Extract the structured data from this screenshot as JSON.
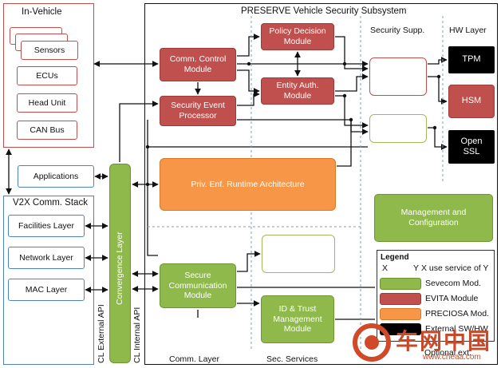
{
  "in_vehicle": {
    "title": "In-Vehicle",
    "items": [
      "Sensors",
      "ECUs",
      "Head Unit",
      "CAN Bus"
    ]
  },
  "applications": {
    "label": "Applications"
  },
  "v2x_stack": {
    "title": "V2X Comm. Stack",
    "items": [
      "Facilities Layer",
      "Network Layer",
      "MAC Layer"
    ]
  },
  "preserve": {
    "title": "PRESERVE Vehicle Security Subsystem",
    "column_labels": {
      "security_support": "Security Supp.",
      "hw_layer": "HW Layer",
      "comm_layer": "Comm. Layer",
      "sec_services": "Sec. Services",
      "optional": "Optional ext."
    },
    "modules": {
      "comm_control": "Comm. Control\nModule",
      "security_event": "Security Event\nProcessor",
      "policy_decision": "Policy Decision\nModule",
      "entity_auth": "Entity Auth.\nModule",
      "priv_enf": "Priv. Enf. Runtime Architecture",
      "secure_comm": "Secure\nCommunication\nModule",
      "id_trust": "ID & Trust\nManagement\nModule",
      "management": "Management and\nConfiguration"
    },
    "hw": {
      "tpm": "TPM",
      "hsm": "HSM",
      "openssl": "Open\nSSL"
    }
  },
  "convergence_layer": "Convergence Layer",
  "cl_external_api": "CL External API",
  "cl_internal_api": "CL Internal API",
  "legend": {
    "title": "Legend",
    "arrow_entry": "X use service of Y",
    "arrow_x": "X",
    "arrow_y": "Y",
    "entries": [
      "Sevecom Mod.",
      "EVITA Module",
      "PRECIOSA Mod.",
      "External SW/HW"
    ]
  },
  "watermark": {
    "text": "车网中国",
    "url": "www.cheaa.com"
  },
  "colors": {
    "evita": "#c0504d",
    "sevecom": "#8fb94a",
    "preciosa": "#f79646",
    "in_vehicle_border": "#c0504d",
    "v2x_border": "#4f81bd"
  }
}
